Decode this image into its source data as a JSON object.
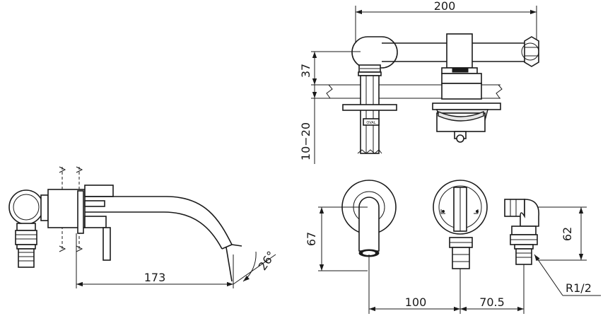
{
  "dimensions": {
    "overall_width": "200",
    "upper_height": "37",
    "wall_thickness": "10−20",
    "spout_reach": "173",
    "spout_angle": "26°",
    "front_height_left": "67",
    "front_height_right": "62",
    "center_distance": "100",
    "connector_offset": "70.5",
    "thread": "R1/2"
  },
  "labels": {
    "brand_mark": "OVAL"
  }
}
